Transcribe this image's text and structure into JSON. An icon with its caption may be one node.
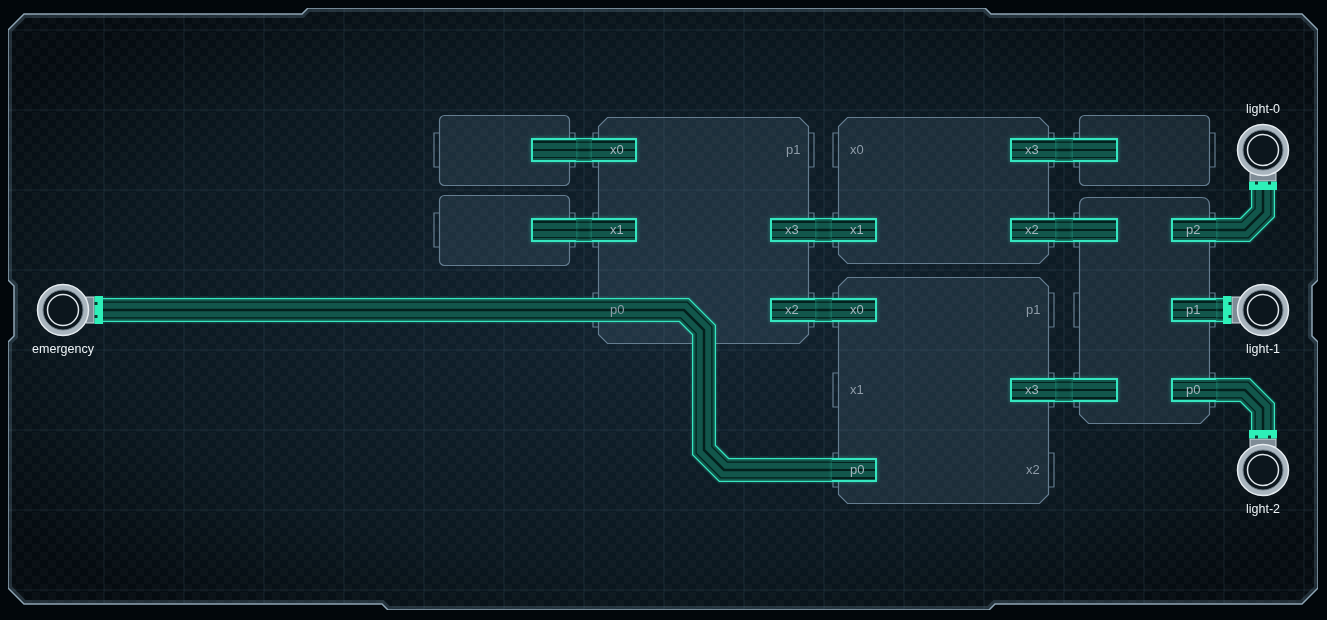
{
  "diagram": {
    "nodes": [
      {
        "text": [],
        "shape": "box"
      },
      {
        "text": [],
        "shape": "box",
        "in": 0
      },
      {
        "text": [],
        "shape": "box"
      },
      {
        "text": [],
        "shape": "box",
        "in": 2
      },
      {
        "text": [],
        "shape": "box"
      },
      {
        "text": [
          "x0"
        ],
        "in": 4
      },
      {
        "text": [
          "p1"
        ],
        "in": 4
      },
      {
        "text": [
          "x1"
        ],
        "in": 4
      },
      {
        "text": [
          "x3"
        ],
        "in": 4
      },
      {
        "text": [
          "p0"
        ],
        "in": 4
      },
      {
        "text": [
          "x2"
        ],
        "in": 4
      },
      {
        "text": [],
        "shape": "box"
      },
      {
        "text": [
          "x0"
        ],
        "in": 11
      },
      {
        "text": [
          "x3"
        ],
        "in": 11
      },
      {
        "text": [
          "x1"
        ],
        "in": 11
      },
      {
        "text": [
          "x2"
        ],
        "in": 11
      },
      {
        "text": [],
        "shape": "box"
      },
      {
        "text": [
          "x0"
        ],
        "in": 16
      },
      {
        "text": [
          "p1"
        ],
        "in": 16
      },
      {
        "text": [
          "x1"
        ],
        "in": 16
      },
      {
        "text": [
          "x3"
        ],
        "in": 16
      },
      {
        "text": [
          "p0"
        ],
        "in": 16
      },
      {
        "text": [
          "x2"
        ],
        "in": 16
      },
      {
        "text": [],
        "shape": "box"
      },
      {
        "text": [],
        "shape": "box",
        "in": 23
      },
      {
        "text": [],
        "shape": "box"
      },
      {
        "text": [],
        "shape": "box",
        "in": 25
      },
      {
        "text": [],
        "shape": "box",
        "in": 25
      },
      {
        "text": [
          "p2"
        ],
        "in": 25
      },
      {
        "text": [
          "p1"
        ],
        "in": 25
      },
      {
        "text": [
          "p0"
        ],
        "in": 25
      },
      {
        "text": [
          "light-0"
        ]
      },
      {
        "text": [
          "emergency"
        ]
      },
      {
        "text": [
          "light-1"
        ]
      },
      {
        "text": [
          "light-2"
        ]
      }
    ],
    "edges": [
      {
        "from": 1,
        "to": 5,
        "arrow": "none"
      },
      {
        "from": 3,
        "to": 7,
        "arrow": "none"
      },
      {
        "from": 8,
        "to": 14,
        "arrow": "none"
      },
      {
        "from": 10,
        "to": 17,
        "arrow": "none"
      },
      {
        "from": 32,
        "to": 21,
        "arrow": "none"
      },
      {
        "from": 13,
        "to": 24,
        "arrow": "none"
      },
      {
        "from": 15,
        "to": 26,
        "arrow": "none"
      },
      {
        "from": 20,
        "to": 27,
        "arrow": "none"
      },
      {
        "from": 28,
        "to": 31,
        "arrow": "none"
      },
      {
        "from": 29,
        "to": 33,
        "arrow": "none"
      },
      {
        "from": 30,
        "to": 34,
        "arrow": "none"
      }
    ]
  }
}
